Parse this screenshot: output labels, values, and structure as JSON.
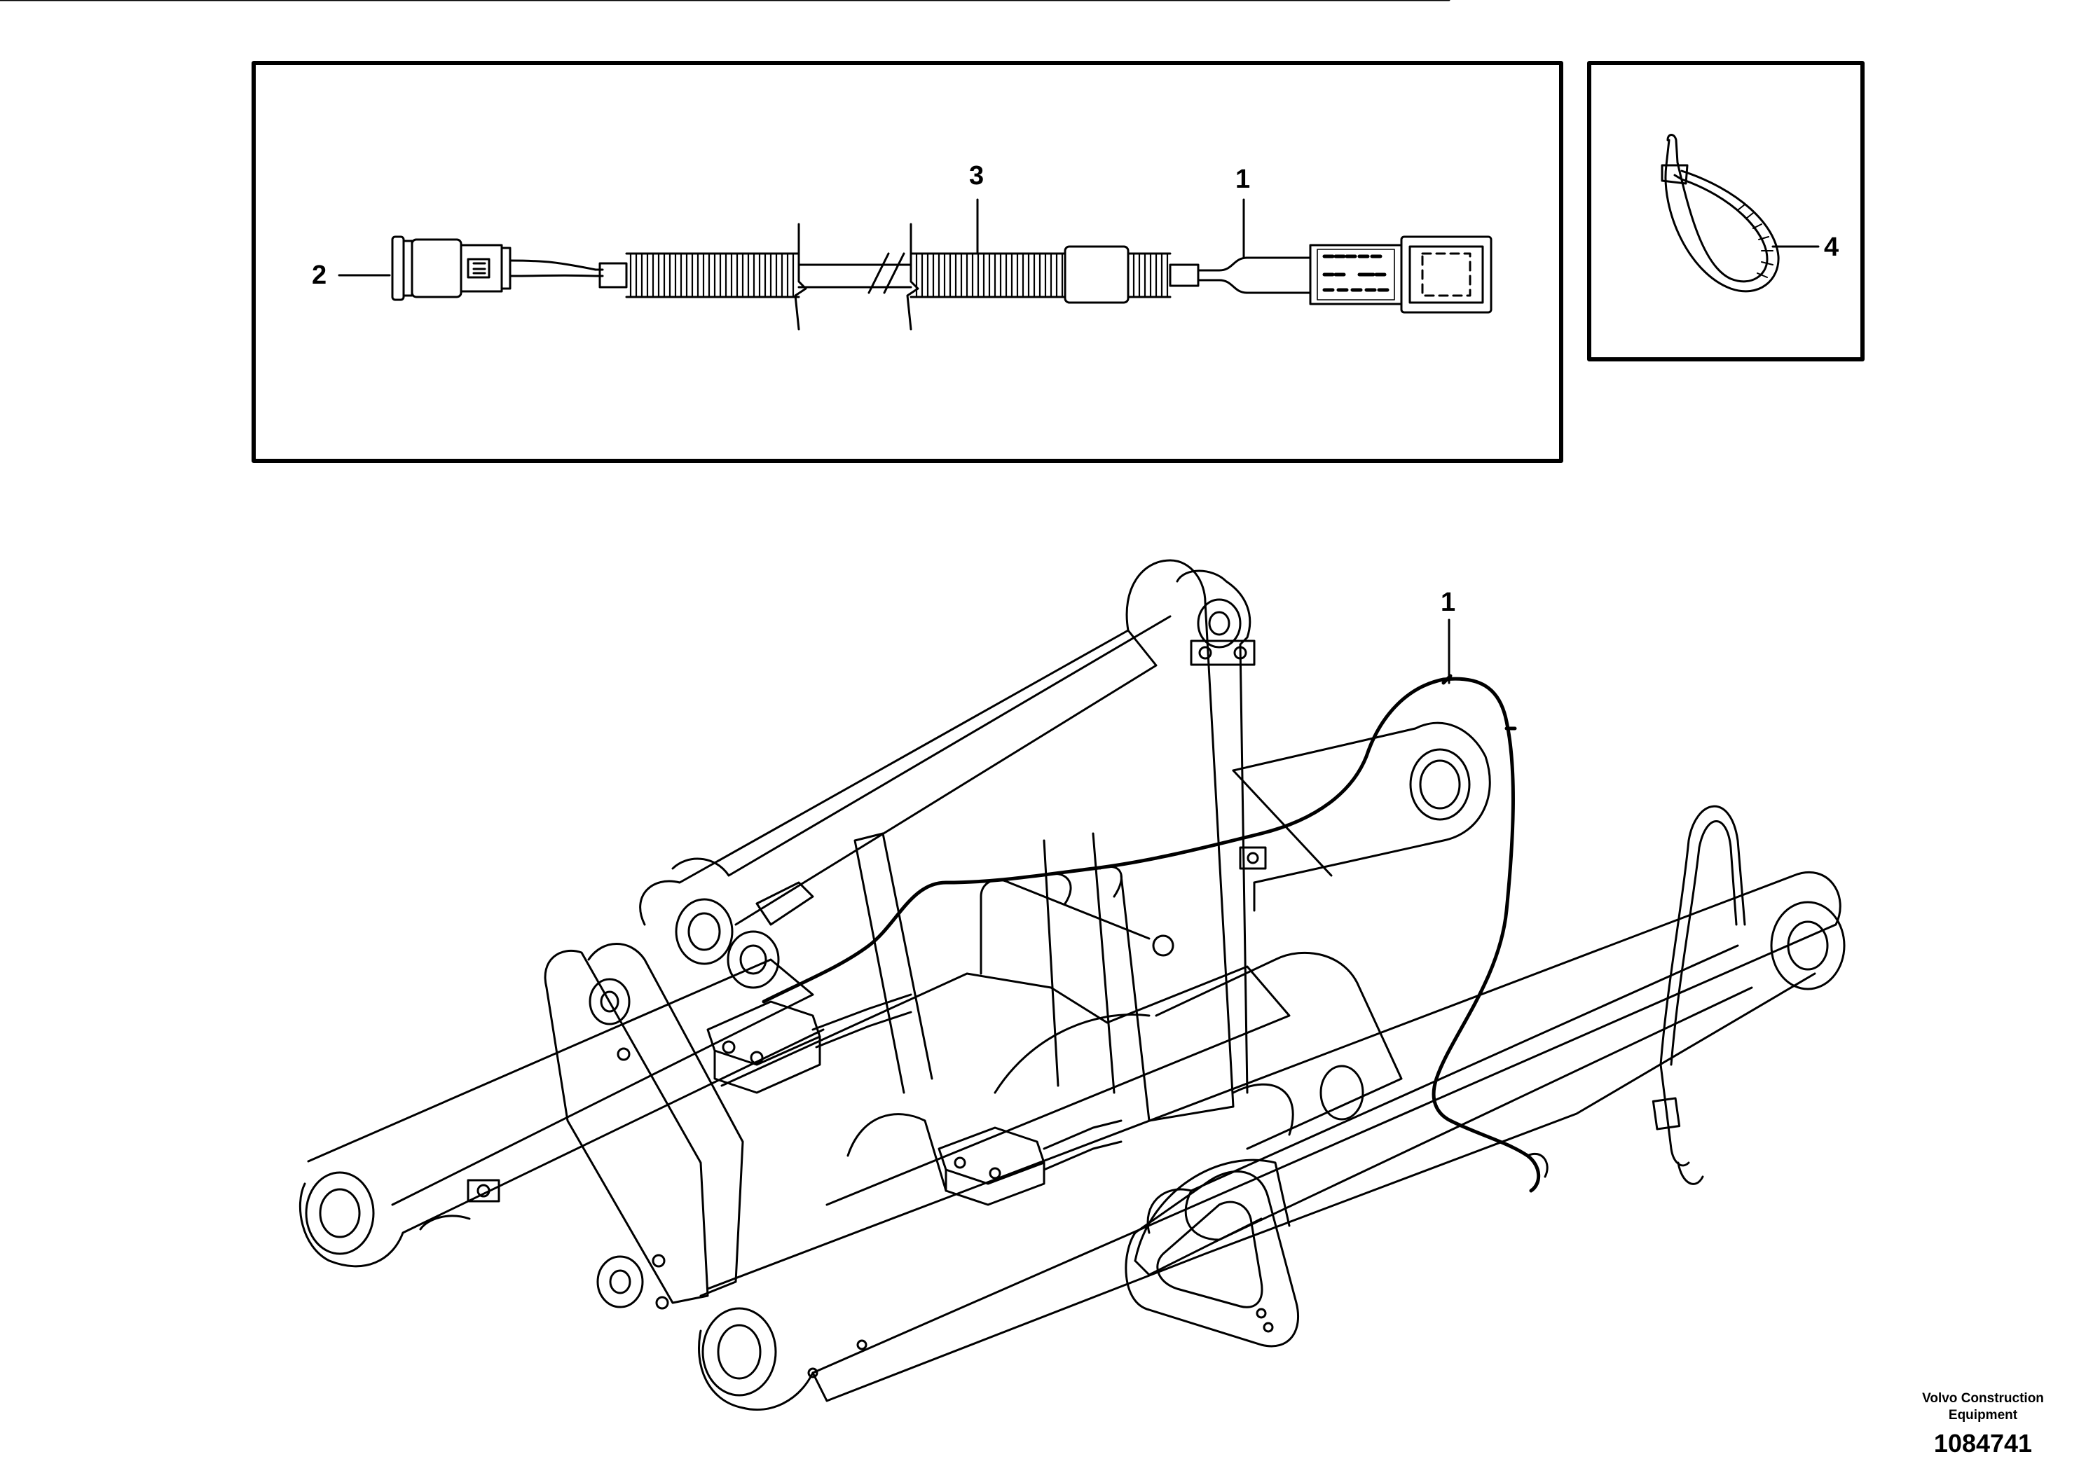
{
  "callouts": {
    "p1_top": "1",
    "p2": "2",
    "p3": "3",
    "p4": "4",
    "p1_main": "1"
  },
  "footer": {
    "brand_line1": "Volvo Construction",
    "brand_line2": "Equipment",
    "drawing_number": "1084741"
  },
  "colors": {
    "line": "#000000",
    "background": "#ffffff"
  }
}
